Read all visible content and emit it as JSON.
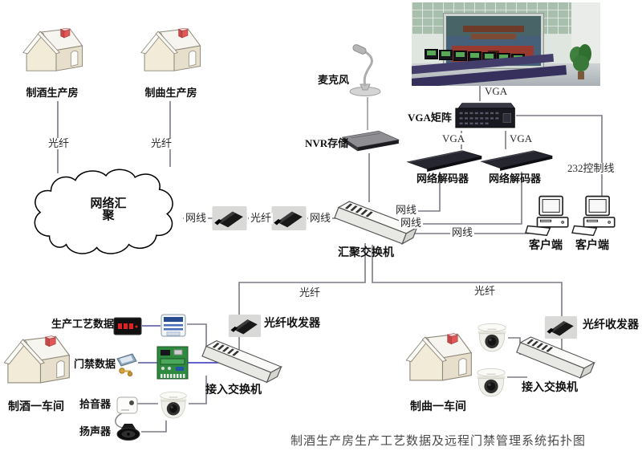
{
  "diagram": {
    "caption": "制酒生产房生产工艺数据及远程门禁管理系统拓扑图",
    "nodes": {
      "house_top_left": {
        "label": "制酒生产房"
      },
      "house_top_right": {
        "label": "制曲生产房"
      },
      "cloud": {
        "label_line1": "网络汇",
        "label_line2": "聚"
      },
      "mic": {
        "label": "麦克风"
      },
      "nvr": {
        "label": "NVR存储"
      },
      "vga_matrix": {
        "label": "VGA矩阵"
      },
      "decoder_left": {
        "label": "网络解码器"
      },
      "decoder_right": {
        "label": "网络解码器"
      },
      "client_left": {
        "label": "客户端"
      },
      "client_right": {
        "label": "客户端"
      },
      "agg_switch": {
        "label": "汇聚交换机"
      },
      "fiber_transceiver_left": {
        "label": "光纤收发器"
      },
      "fiber_transceiver_right": {
        "label": "光纤收发器"
      },
      "access_switch_left": {
        "label": "接入交换机"
      },
      "access_switch_right": {
        "label": "接入交换机"
      },
      "house_bottom_left": {
        "label": "制酒一车间"
      },
      "house_bottom_right": {
        "label": "制曲一车间"
      },
      "prod_data": {
        "label": "生产工艺数据"
      },
      "door_data": {
        "label": "门禁数据"
      },
      "pickup": {
        "label": "拾音器"
      },
      "speaker": {
        "label": "扬声器"
      }
    },
    "edges": {
      "fiber_top_left": "光纤",
      "fiber_top_right": "光纤",
      "cable_cloud": "网线",
      "fiber_mid": "光纤",
      "cable_switch": "网线",
      "vga_wall": "VGA",
      "vga_dec_left": "VGA",
      "vga_dec_right": "VGA",
      "ctrl_232": "232控制线",
      "cable_dec1": "网线",
      "cable_dec2": "网线",
      "cable_clients": "网线",
      "fiber_bottom_left": "光纤",
      "fiber_bottom_right": "光纤"
    },
    "colors": {
      "line_gray": "#7b7b85",
      "line_blue": "#2f2fbf",
      "line_navy": "#5555a0",
      "cloud_stroke": "#000000"
    }
  }
}
